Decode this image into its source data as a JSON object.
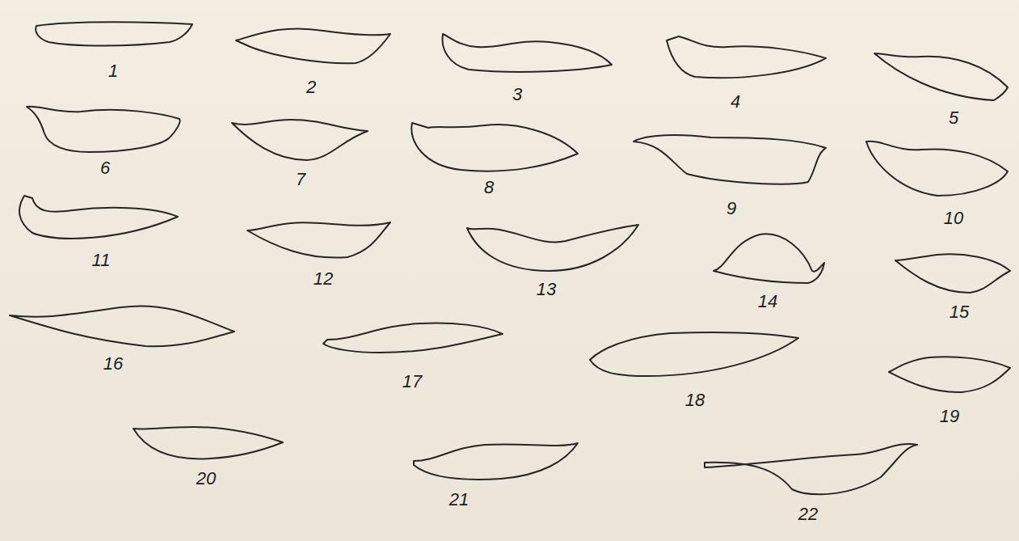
{
  "diagram": {
    "labels": [
      "1",
      "2",
      "3",
      "4",
      "5",
      "6",
      "7",
      "8",
      "9",
      "10",
      "11",
      "12",
      "13",
      "14",
      "15",
      "16",
      "17",
      "18",
      "19",
      "20",
      "21",
      "22"
    ]
  }
}
